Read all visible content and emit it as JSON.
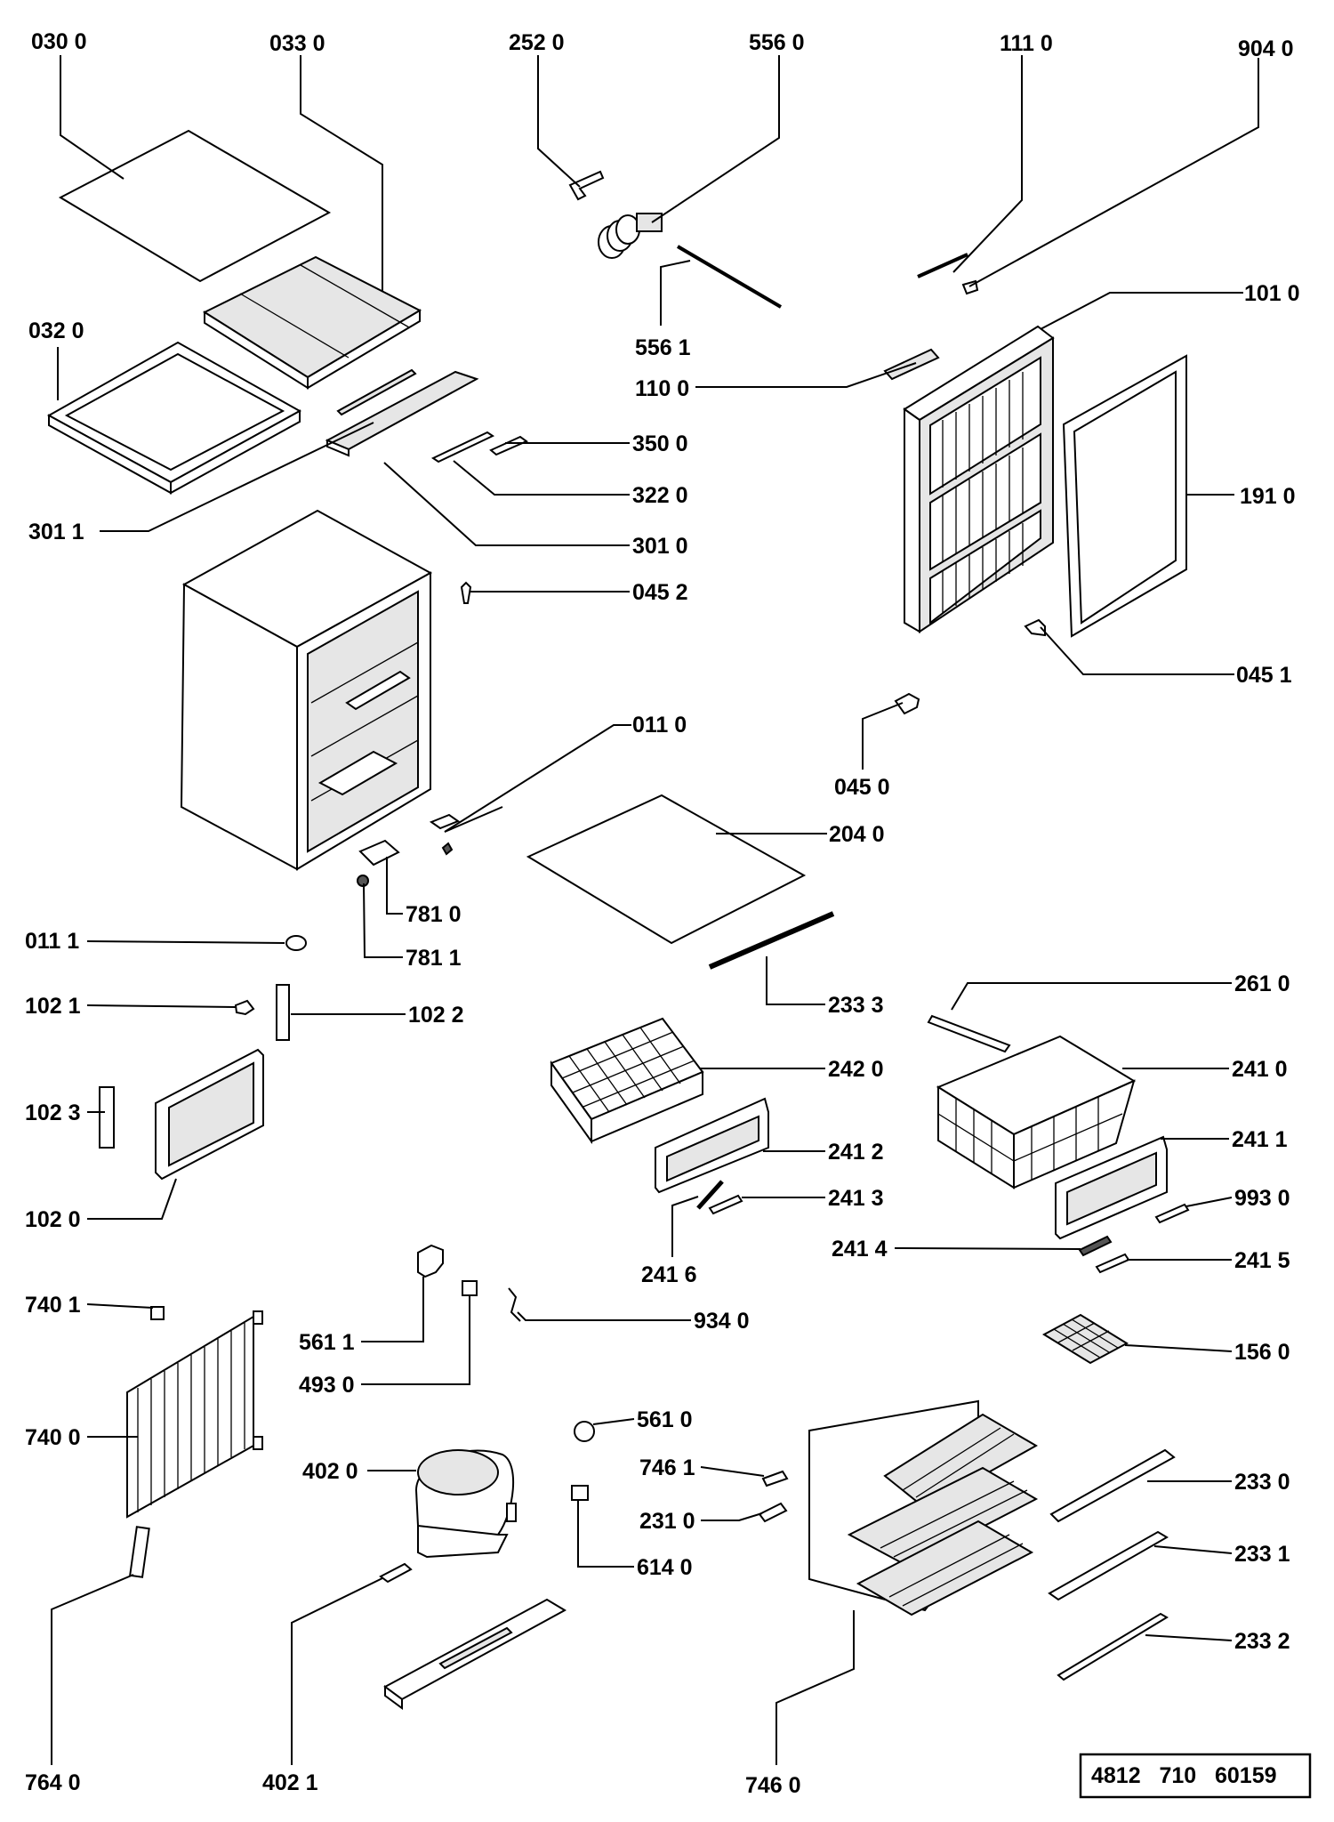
{
  "labels": [
    {
      "id": "p0300",
      "text": "030 0"
    },
    {
      "id": "p0330",
      "text": "033  0"
    },
    {
      "id": "p2520",
      "text": "252  0"
    },
    {
      "id": "p5560",
      "text": "556  0"
    },
    {
      "id": "p1110",
      "text": "111 0"
    },
    {
      "id": "p9040",
      "text": "904  0"
    },
    {
      "id": "p0320",
      "text": "032 0"
    },
    {
      "id": "p5561",
      "text": "556  1"
    },
    {
      "id": "p1010",
      "text": "101  0"
    },
    {
      "id": "p1100",
      "text": "110 0"
    },
    {
      "id": "p3500",
      "text": "350 0"
    },
    {
      "id": "p3220",
      "text": "322 0"
    },
    {
      "id": "p1910",
      "text": "191  0"
    },
    {
      "id": "p3011",
      "text": "301 1"
    },
    {
      "id": "p3010",
      "text": "301 0"
    },
    {
      "id": "p0452",
      "text": "045 2"
    },
    {
      "id": "p0451",
      "text": "045 1"
    },
    {
      "id": "p0110",
      "text": "011 0"
    },
    {
      "id": "p0450",
      "text": "045 0"
    },
    {
      "id": "p2040",
      "text": "204 0"
    },
    {
      "id": "p7810",
      "text": "781 0"
    },
    {
      "id": "p0111",
      "text": "011 1"
    },
    {
      "id": "p7811",
      "text": "781 1"
    },
    {
      "id": "p2610",
      "text": "261 0"
    },
    {
      "id": "p1021",
      "text": "102 1"
    },
    {
      "id": "p1022",
      "text": "102 2"
    },
    {
      "id": "p2333",
      "text": "233 3"
    },
    {
      "id": "p2420",
      "text": "242 0"
    },
    {
      "id": "p2410",
      "text": "241  0"
    },
    {
      "id": "p1023",
      "text": "102 3"
    },
    {
      "id": "p2411",
      "text": "241 1"
    },
    {
      "id": "p2412",
      "text": "241 2"
    },
    {
      "id": "p2413",
      "text": "241  3"
    },
    {
      "id": "p9930",
      "text": "993 0"
    },
    {
      "id": "p1020",
      "text": "102  0"
    },
    {
      "id": "p2416",
      "text": "241  6"
    },
    {
      "id": "p2414",
      "text": "241 4"
    },
    {
      "id": "p2415",
      "text": "241 5"
    },
    {
      "id": "p7401",
      "text": "740 1"
    },
    {
      "id": "p9340",
      "text": "934 0"
    },
    {
      "id": "p5611",
      "text": "561 1"
    },
    {
      "id": "p1560",
      "text": "156  0"
    },
    {
      "id": "p4930",
      "text": "493 0"
    },
    {
      "id": "p7400",
      "text": "740 0"
    },
    {
      "id": "p5610",
      "text": "561 0"
    },
    {
      "id": "p4020",
      "text": "402 0"
    },
    {
      "id": "p7461",
      "text": "746 1"
    },
    {
      "id": "p2330",
      "text": "233  0"
    },
    {
      "id": "p2310",
      "text": "231 0"
    },
    {
      "id": "p6140",
      "text": "614 0"
    },
    {
      "id": "p2331",
      "text": "233 1"
    },
    {
      "id": "p2332",
      "text": "233  2"
    },
    {
      "id": "p7640",
      "text": "764  0"
    },
    {
      "id": "p4021",
      "text": "402  1"
    },
    {
      "id": "p7460",
      "text": "746  0"
    }
  ],
  "document_number": "4812   710   60159"
}
